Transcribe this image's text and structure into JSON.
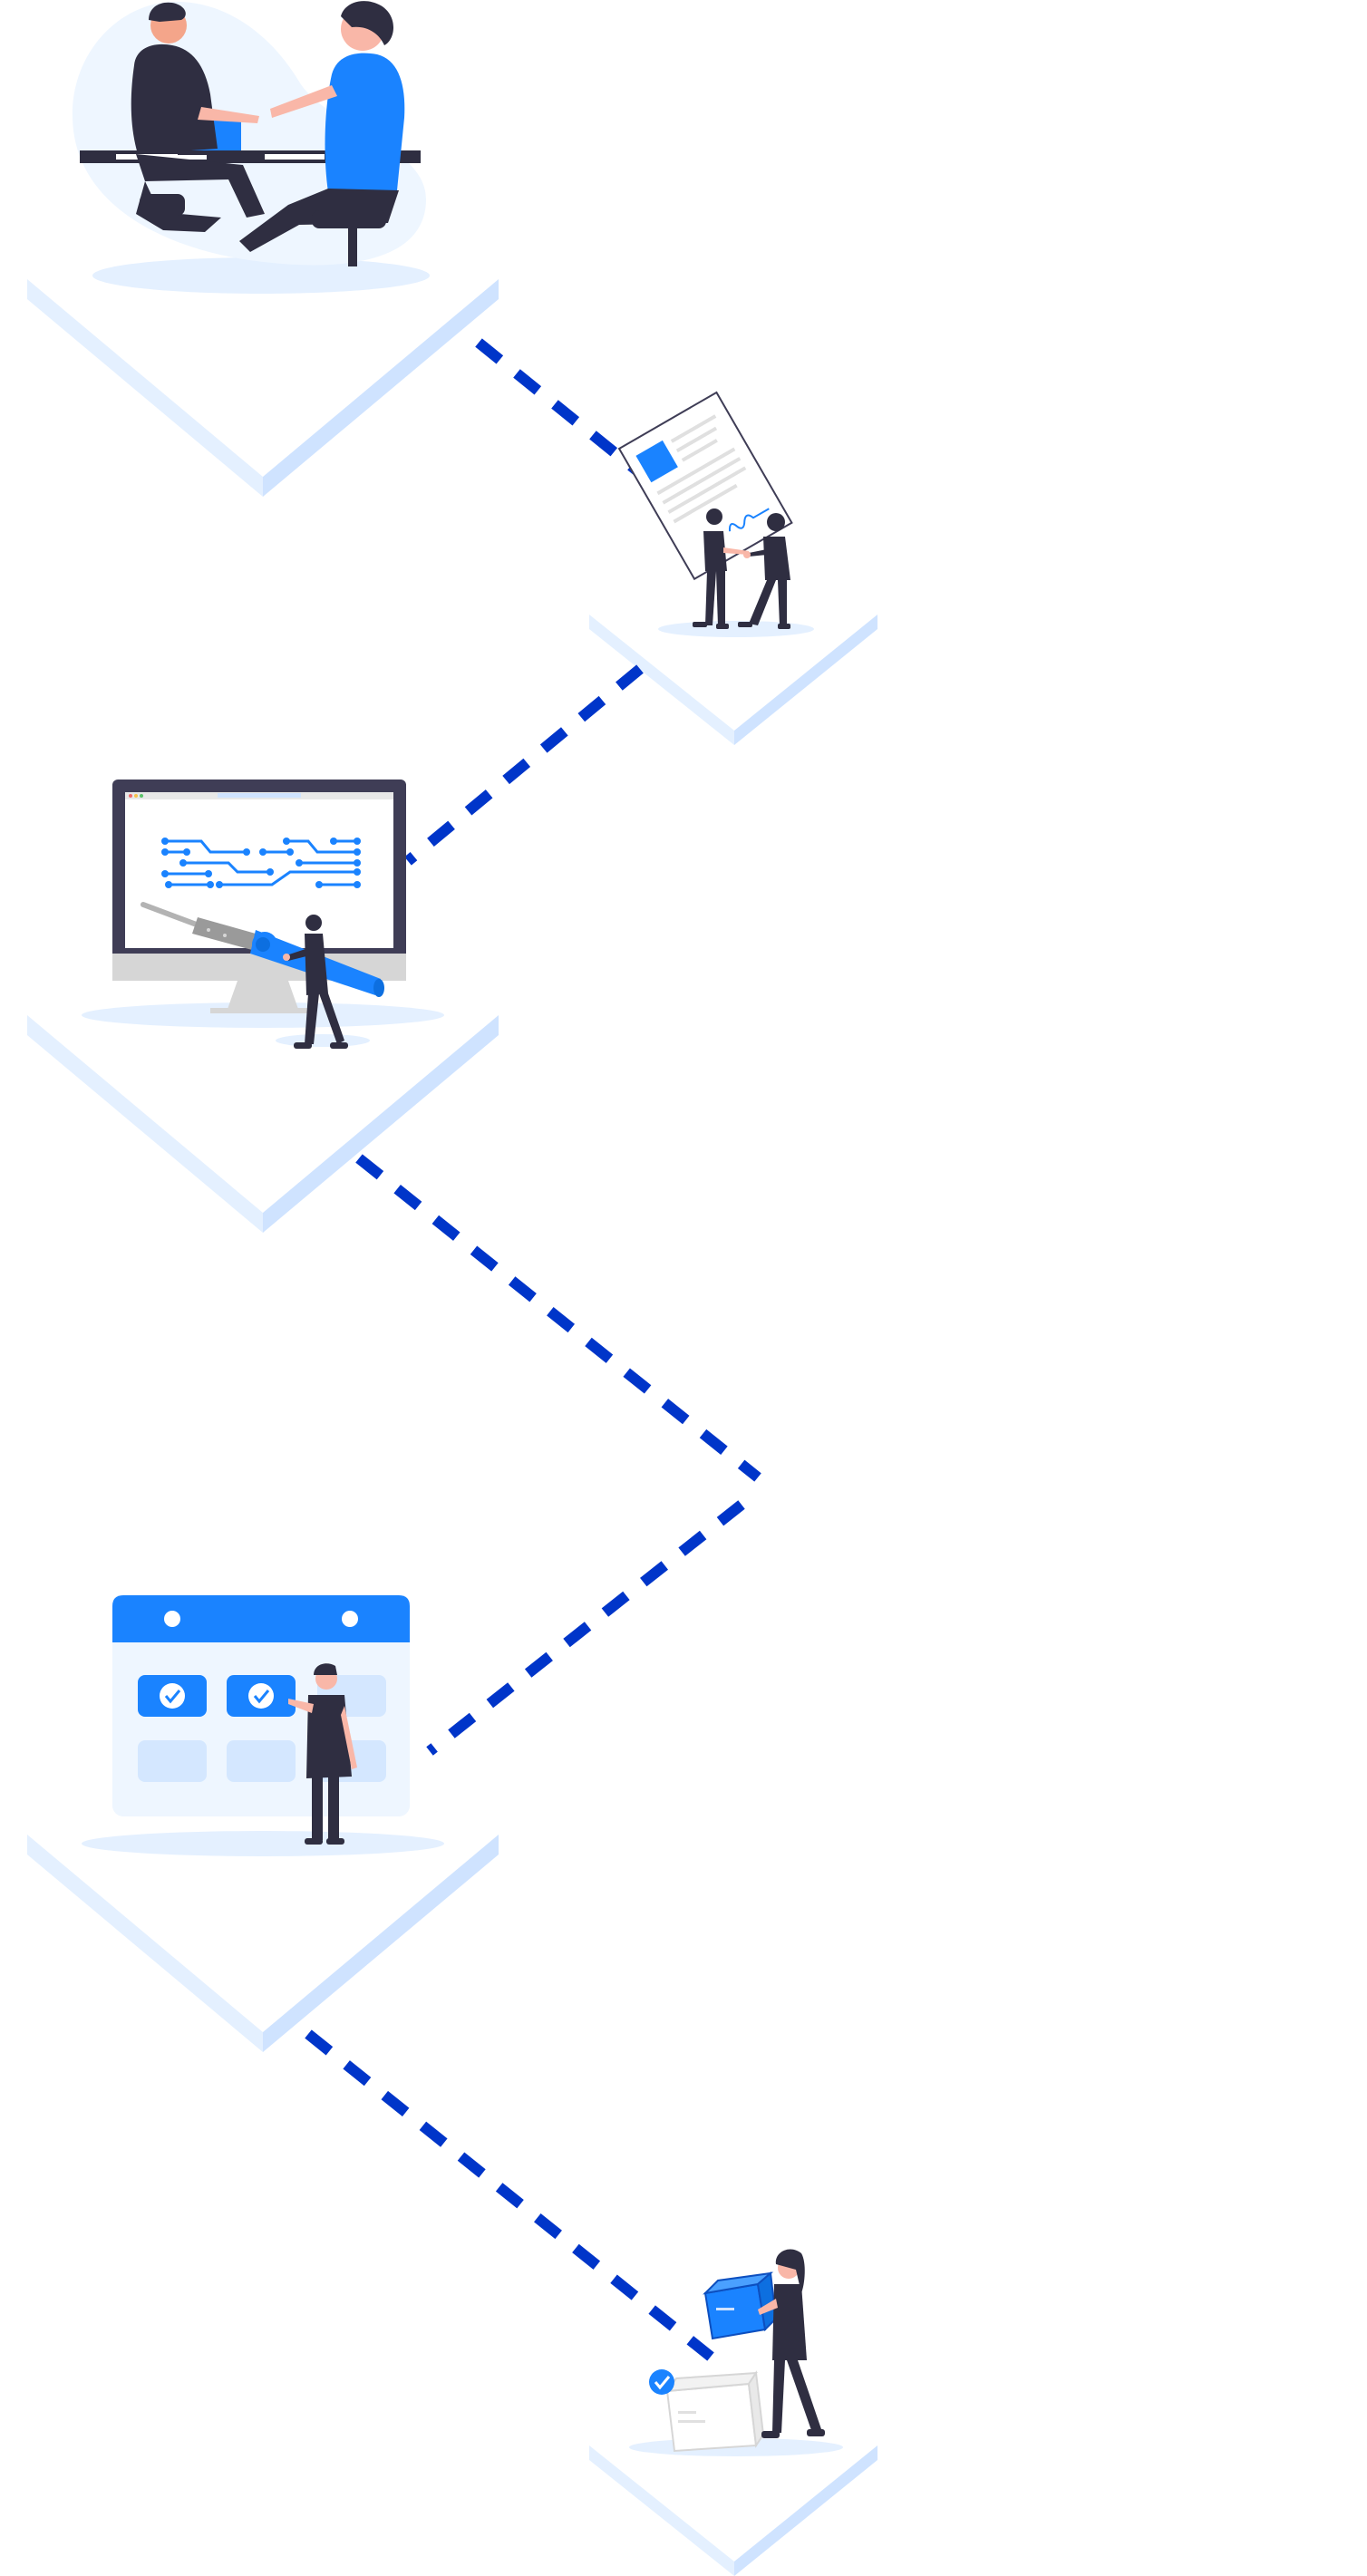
{
  "colors": {
    "background": "#ffffff",
    "accent_blue": "#1a83ff",
    "dash_blue": "#0035c9",
    "chevron_light": "#e4f0ff",
    "chevron_mid": "#cfe3ff",
    "figure_dark": "#2f2e41",
    "skin": "#f9b7a8",
    "pale_blue": "#eaf4ff"
  },
  "steps": [
    {
      "id": "consultation",
      "illustration": "handshake-meeting-icon"
    },
    {
      "id": "contract",
      "illustration": "contract-signing-icon"
    },
    {
      "id": "development",
      "illustration": "circuit-monitor-icon"
    },
    {
      "id": "scheduling",
      "illustration": "calendar-check-icon"
    },
    {
      "id": "delivery",
      "illustration": "package-delivery-icon"
    }
  ]
}
